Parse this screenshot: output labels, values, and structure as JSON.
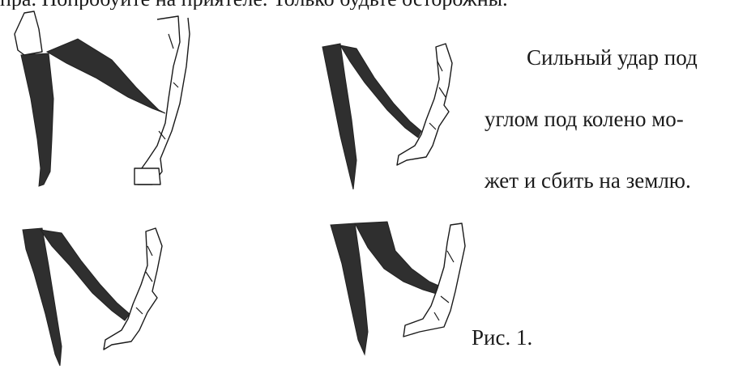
{
  "page": {
    "top_text": "пра. Попробуйте на приятеле. Только будьте осторожны.",
    "caption_lines": [
      "Сильный удар под",
      "углом под колено мо-",
      "жет и сбить на землю."
    ],
    "figure_label": "Рис. 1."
  },
  "illustrations": [
    {
      "name": "kick-panel-1"
    },
    {
      "name": "kick-panel-2"
    },
    {
      "name": "kick-panel-3"
    },
    {
      "name": "kick-panel-4"
    }
  ]
}
